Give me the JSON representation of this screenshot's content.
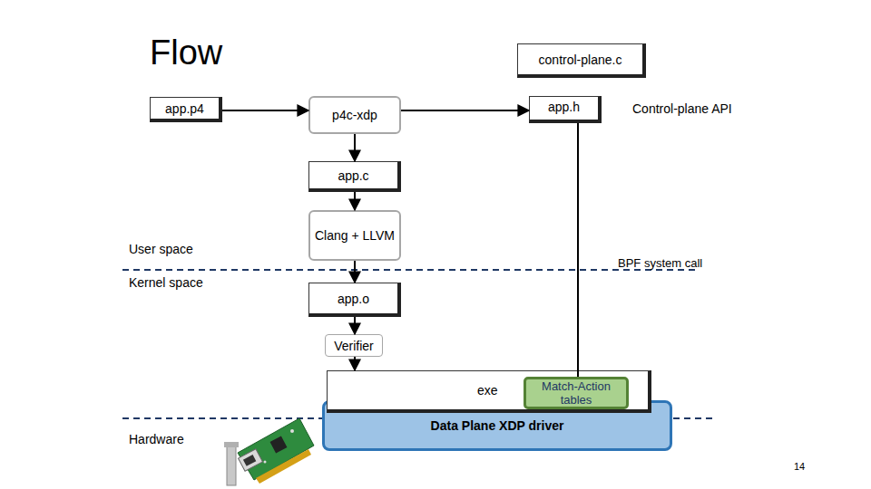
{
  "diagram": {
    "title": "Flow",
    "nodes": [
      {
        "text": [
          "control-plane.c"
        ]
      },
      {
        "text": [
          "app.p4"
        ]
      },
      {
        "text": [
          "p4c-xdp"
        ]
      },
      {
        "text": [
          "app.h"
        ]
      },
      {
        "text": [
          "app.c"
        ]
      },
      {
        "text": [
          "Clang + LLVM"
        ]
      },
      {
        "text": [
          "app.o"
        ]
      },
      {
        "text": [
          "Verifier"
        ]
      },
      {
        "text": [
          "exe"
        ]
      },
      {
        "text": [
          "Match-Action tables"
        ],
        "in": 8
      },
      {
        "text": [
          "Data Plane XDP driver"
        ]
      }
    ],
    "edges": [
      {
        "from": 1,
        "to": 2,
        "arrow": "to"
      },
      {
        "from": 2,
        "to": 3,
        "arrow": "to"
      },
      {
        "from": 2,
        "to": 4,
        "arrow": "to"
      },
      {
        "from": 4,
        "to": 5,
        "arrow": "to"
      },
      {
        "from": 5,
        "to": 6,
        "arrow": "to"
      },
      {
        "from": 6,
        "to": 7,
        "arrow": "to"
      },
      {
        "from": 7,
        "to": 8,
        "arrow": "to"
      },
      {
        "from": 3,
        "to": 9,
        "arrow": "none"
      }
    ],
    "labels": [
      "Control-plane API",
      "User space",
      "Kernel space",
      "BPF system call",
      "Hardware",
      "14"
    ]
  }
}
